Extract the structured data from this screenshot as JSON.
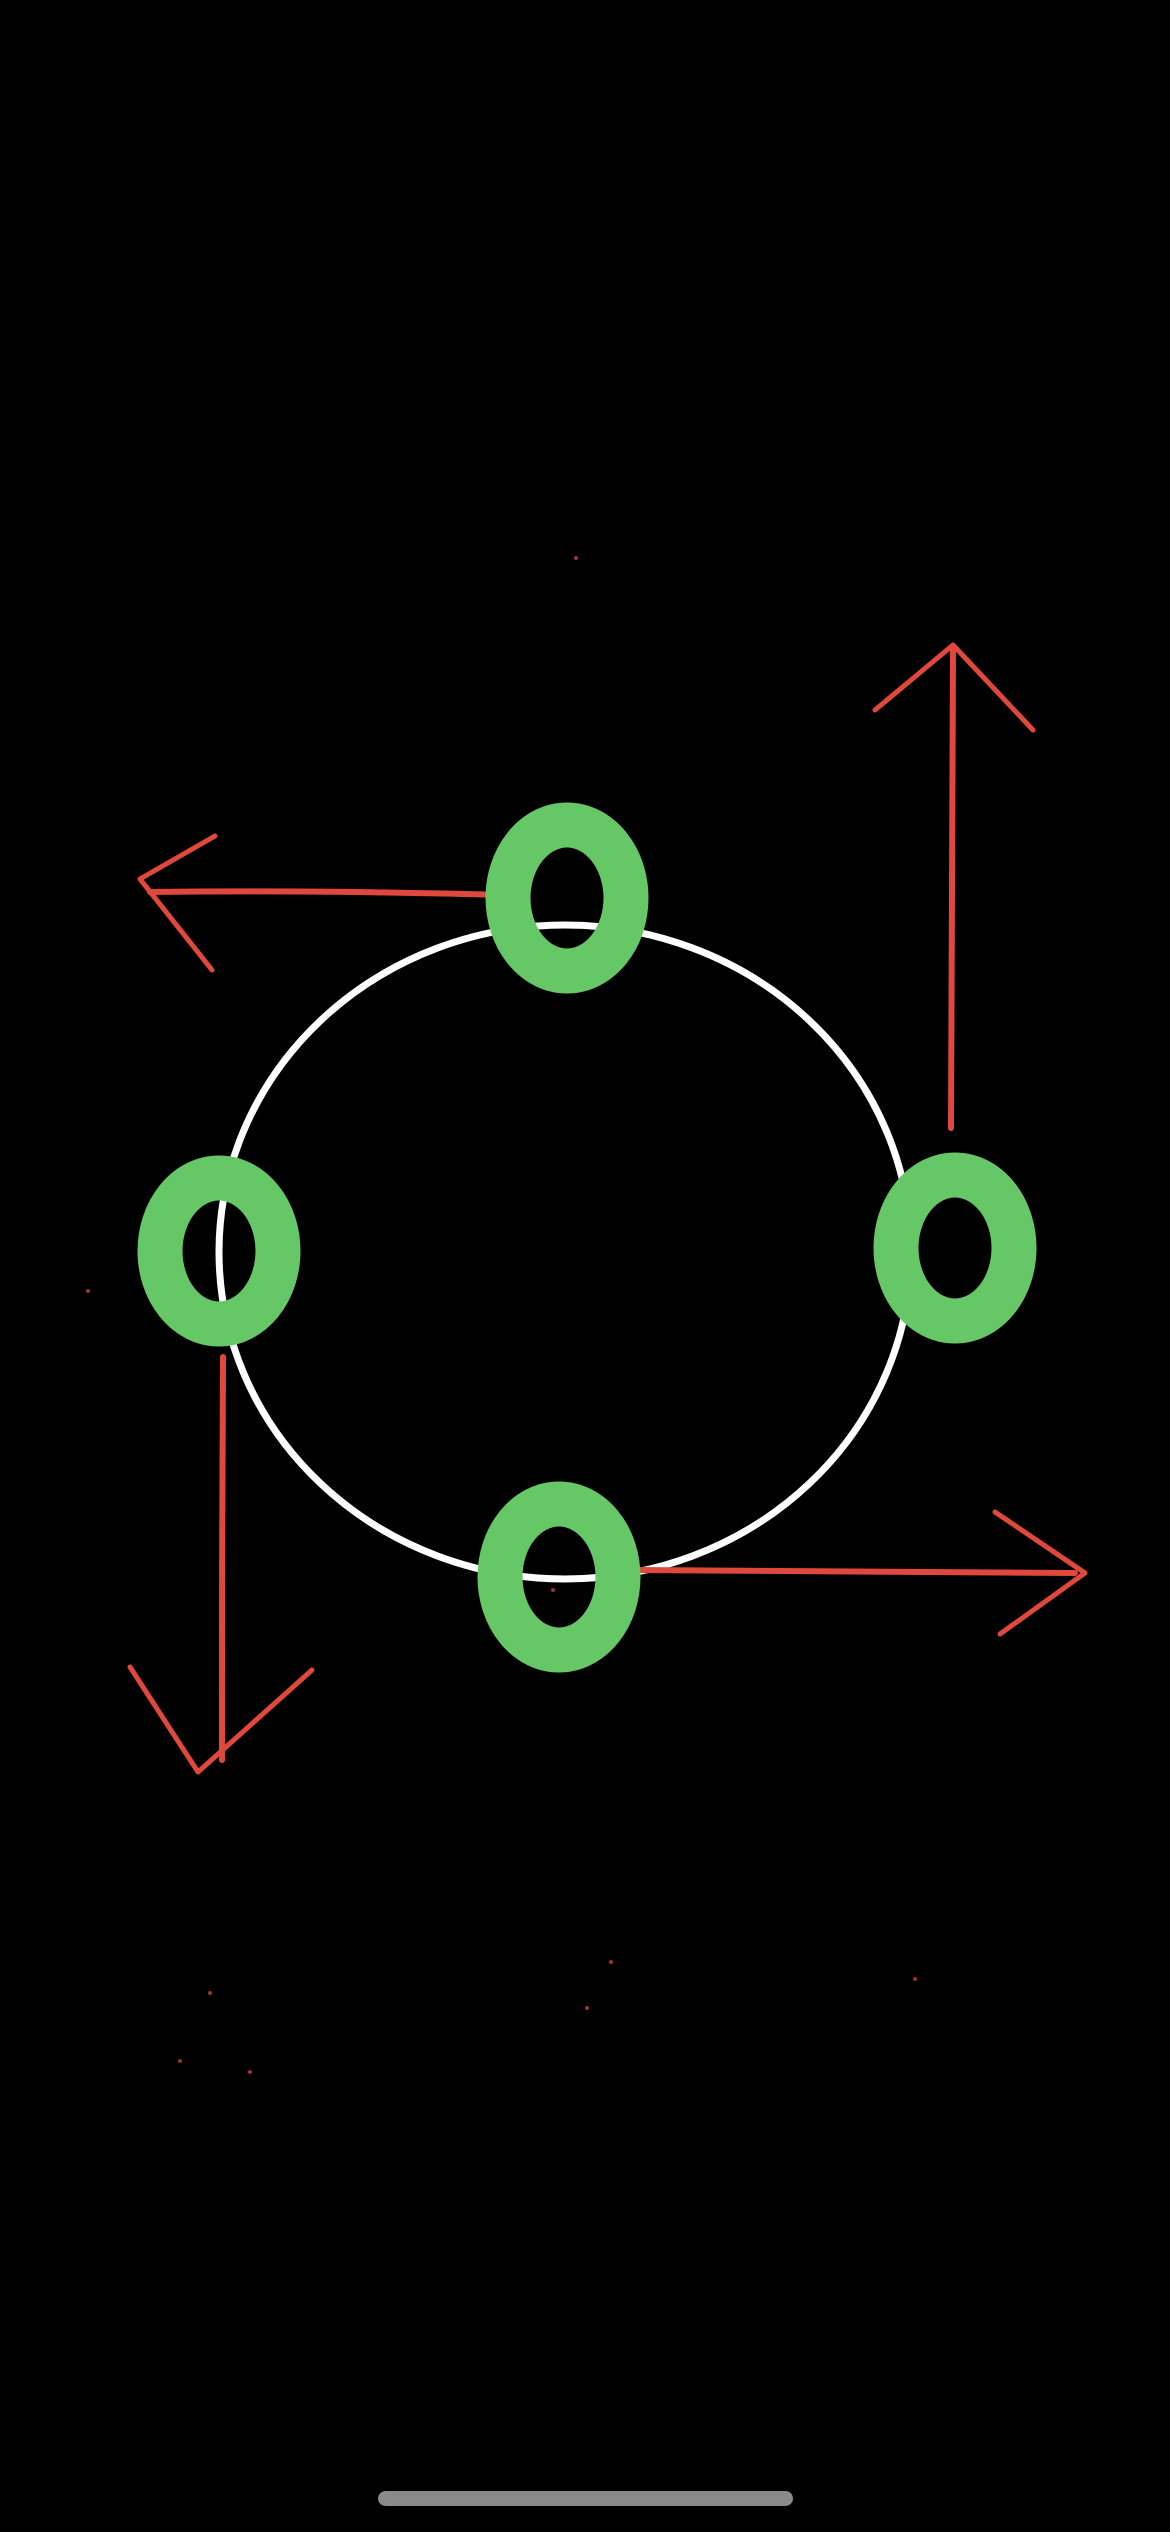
{
  "colors": {
    "background": "#000000",
    "ring": "#ffffff",
    "handle": "#66c766",
    "arrow": "#e0483c",
    "home_indicator": "#8a8a8a"
  },
  "diagram": {
    "ring": {
      "name": "circle-outline"
    },
    "handles": [
      {
        "name": "top",
        "icon": "ring-handle-icon"
      },
      {
        "name": "left",
        "icon": "ring-handle-icon"
      },
      {
        "name": "right",
        "icon": "ring-handle-icon"
      },
      {
        "name": "bottom",
        "icon": "ring-handle-icon"
      }
    ],
    "arrows": [
      {
        "from": "top",
        "direction": "left",
        "icon": "arrow-left-icon"
      },
      {
        "from": "right",
        "direction": "up",
        "icon": "arrow-up-icon"
      },
      {
        "from": "bottom",
        "direction": "right",
        "icon": "arrow-right-icon"
      },
      {
        "from": "left",
        "direction": "down",
        "icon": "arrow-down-icon"
      }
    ]
  },
  "system": {
    "home_indicator": {
      "icon": "home-indicator"
    }
  }
}
